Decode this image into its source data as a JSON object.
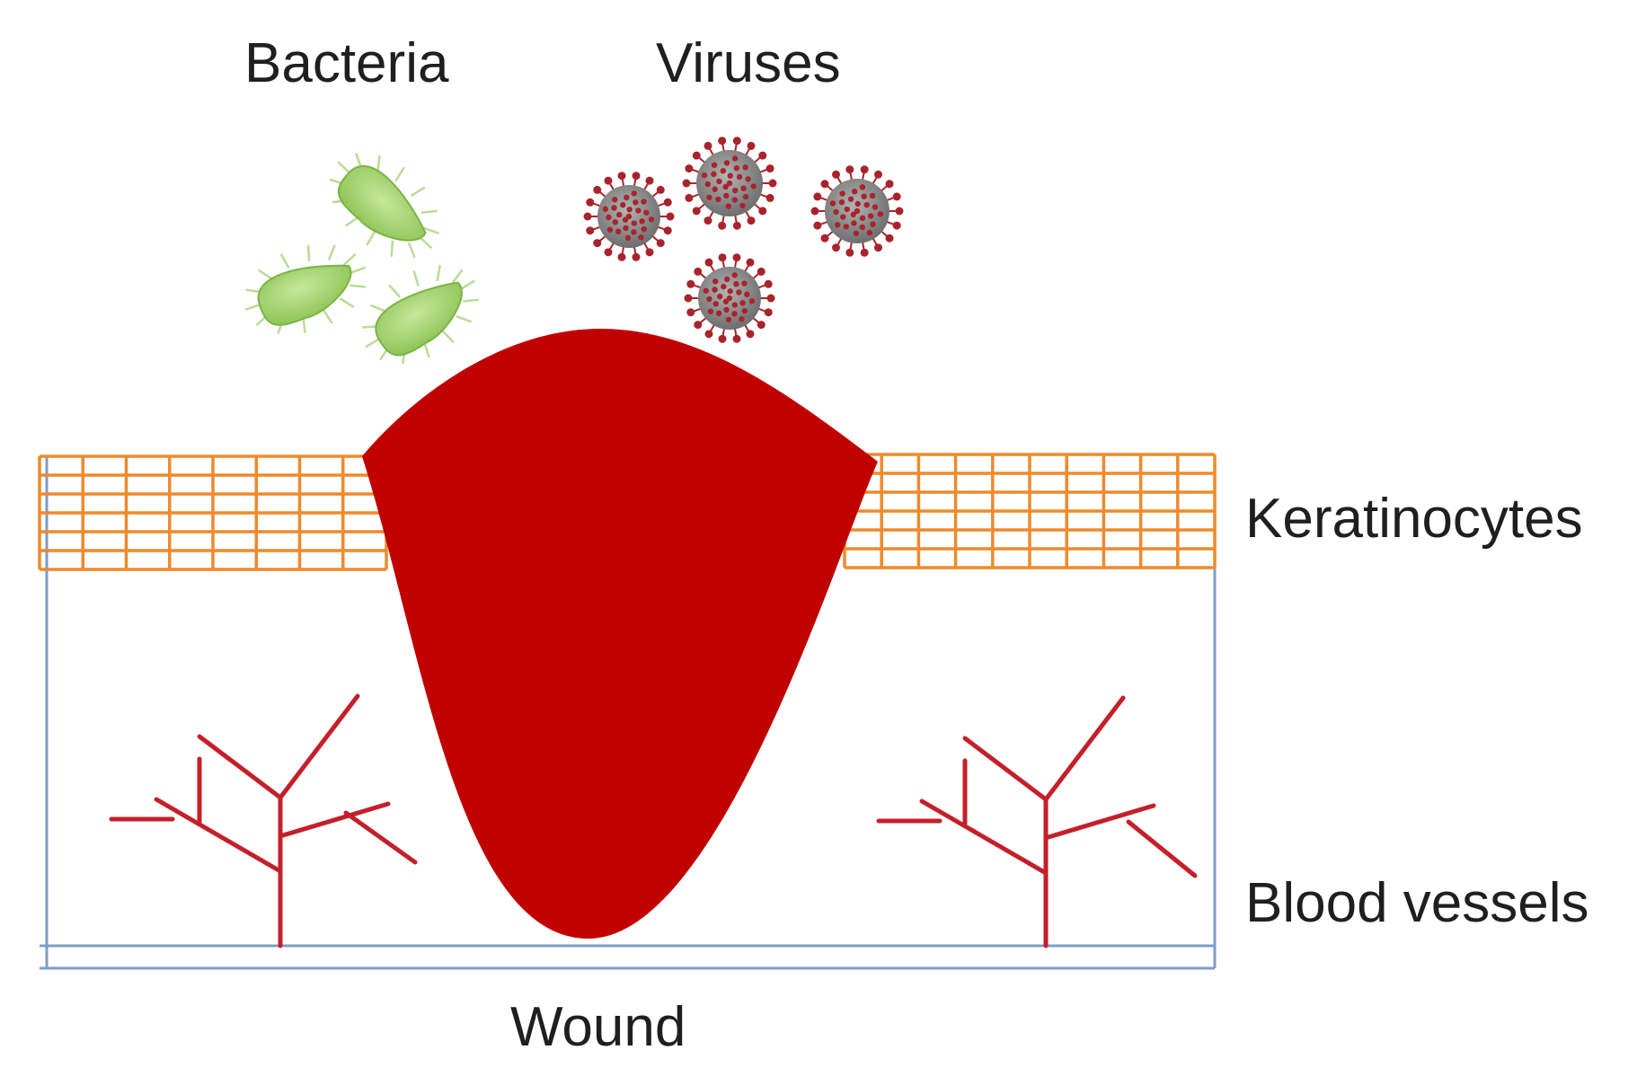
{
  "labels": {
    "bacteria": "Bacteria",
    "viruses": "Viruses",
    "keratinocytes": "Keratinocytes",
    "blood_vessels": "Blood vessels",
    "wound": "Wound"
  },
  "colors": {
    "wound": "#c10000",
    "keratinocyte_grid": "#ee8a2c",
    "skin_outline": "#7d9dc7",
    "vessel": "#c4202a",
    "bacteria_fill": "#9fd16a",
    "bacteria_spine": "#b9dc96",
    "virus_body": "#8c8c8c",
    "virus_spike": "#a8242c"
  },
  "icons": {
    "bacteria": "bacterium-icon",
    "virus": "virus-icon",
    "vessel": "blood-vessel-branch"
  }
}
